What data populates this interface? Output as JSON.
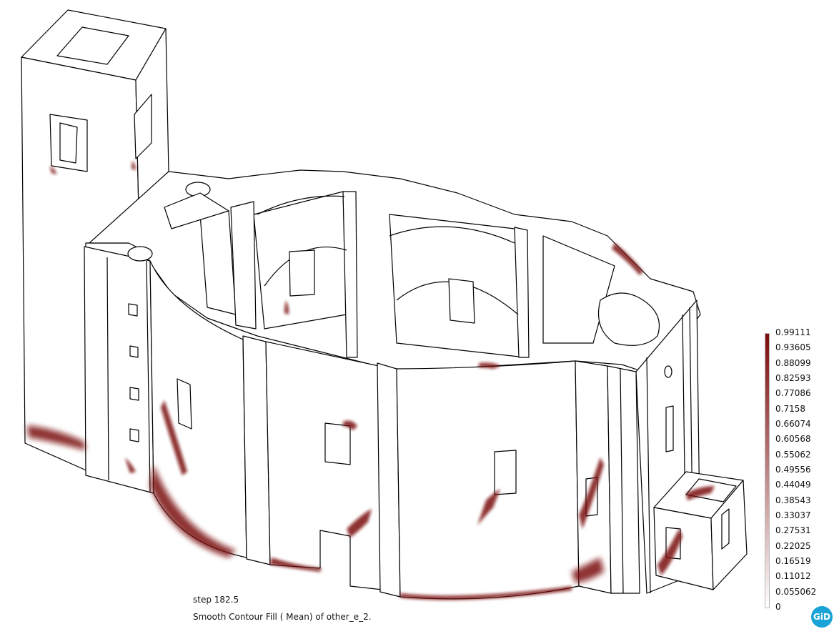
{
  "viewport": {
    "background": "#ffffff",
    "model_line_color": "#000000",
    "contour_high_color": "#7a0a0a"
  },
  "caption": {
    "step": "step 182.5",
    "result": "Smooth Contour Fill ( Mean) of other_e_2."
  },
  "legend": {
    "max_color": "#7a0a0a",
    "min_color": "#ffffff",
    "values": [
      "0.99111",
      "0.93605",
      "0.88099",
      "0.82593",
      "0.77086",
      "0.7158",
      "0.66074",
      "0.60568",
      "0.55062",
      "0.49556",
      "0.44049",
      "0.38543",
      "0.33037",
      "0.27531",
      "0.22025",
      "0.16519",
      "0.11012",
      "0.055062",
      "0"
    ]
  },
  "badge": {
    "label": "GiD",
    "icon": "gid-logo-icon",
    "color": "#19a3d6"
  }
}
